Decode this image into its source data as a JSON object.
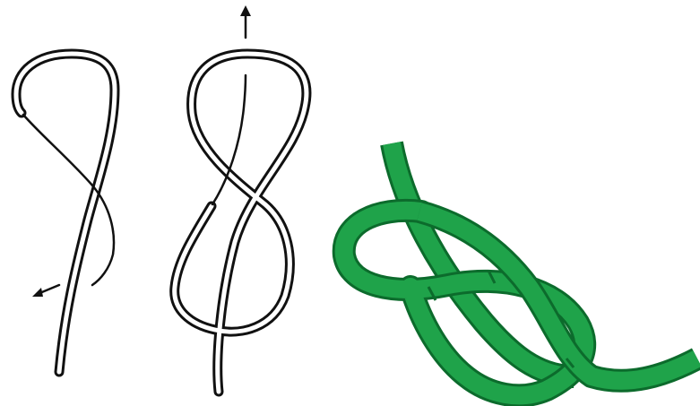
{
  "diagram": {
    "panels": [
      {
        "id": "step-1",
        "style": "line-drawing",
        "arrow": "left"
      },
      {
        "id": "step-2",
        "style": "line-drawing",
        "arrow": "up"
      },
      {
        "id": "step-3",
        "style": "colored-rope"
      }
    ],
    "colors": {
      "background": "#ffffff",
      "outline": "#111111",
      "rope_fill": "#1fa34a",
      "rope_edge": "#0c6b2c"
    }
  }
}
